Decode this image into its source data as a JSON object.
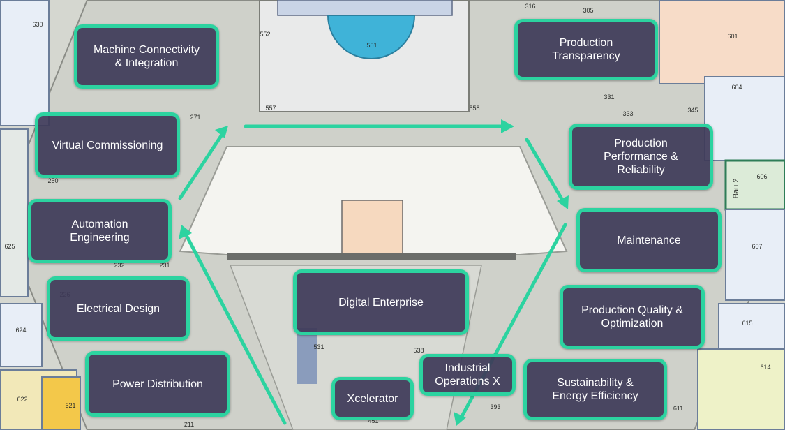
{
  "colors": {
    "accent": "#2cd3a0",
    "tile_fill": "#3e3a58",
    "floor": "#d5d7d0",
    "pool": "#3fb3d8"
  },
  "tiles": {
    "machine_connectivity": "Machine Connectivity\n& Integration",
    "virtual_commissioning": "Virtual Commissioning",
    "automation_engineering": "Automation\nEngineering",
    "electrical_design": "Electrical Design",
    "power_distribution": "Power Distribution",
    "digital_enterprise": "Digital Enterprise",
    "xcelerator": "Xcelerator",
    "industrial_operations_x": "Industrial\nOperations X",
    "production_transparency": "Production\nTransparency",
    "production_performance": "Production\nPerformance &\nReliability",
    "maintenance": "Maintenance",
    "production_quality": "Production Quality &\nOptimization",
    "sustainability": "Sustainability &\nEnergy Efficiency"
  },
  "room_numbers": {
    "r551": "551",
    "r552": "552",
    "r557": "557",
    "r558": "558",
    "r316": "316",
    "r305": "305",
    "r331": "331",
    "r333": "333",
    "r345": "345",
    "r601": "601",
    "r604": "604",
    "r606": "606",
    "r607": "607",
    "r615": "615",
    "r614": "614",
    "r611": "611",
    "r625": "625",
    "r624": "624",
    "r622": "622",
    "r621": "621",
    "r630": "630",
    "r451": "451",
    "r538": "538",
    "r531": "531",
    "r393": "393",
    "r271": "271",
    "r250": "250",
    "r231": "231",
    "r232": "232",
    "r211": "211",
    "r226": "226"
  },
  "building_label": "Bau 2"
}
